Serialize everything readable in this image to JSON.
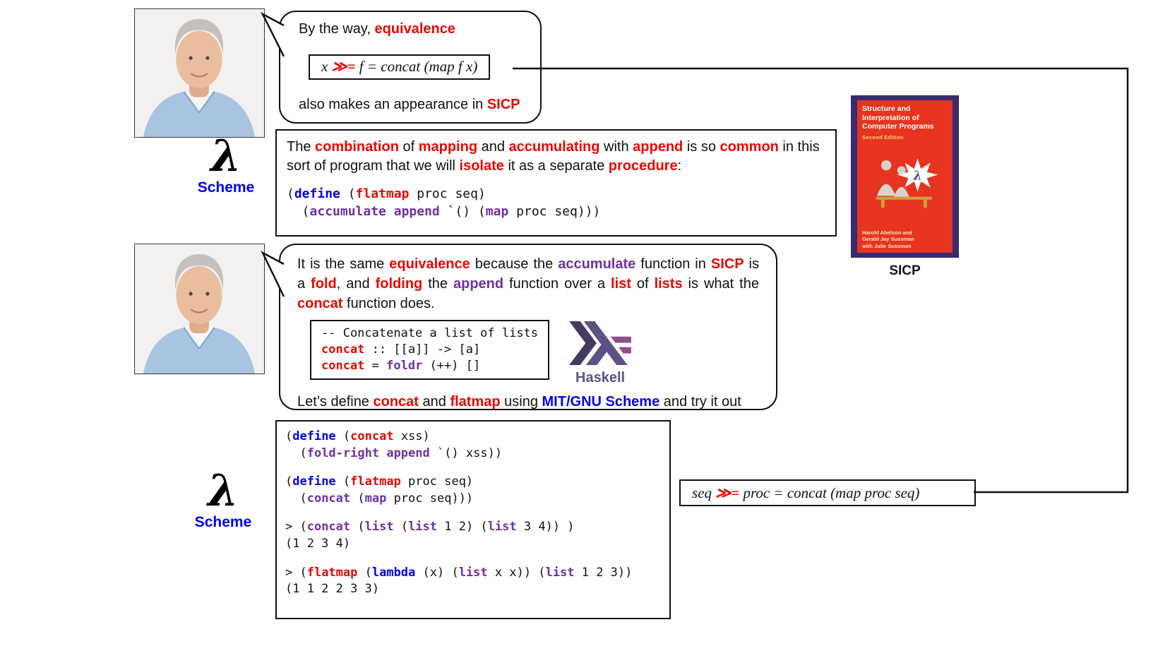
{
  "colors": {
    "emphasis_red": "#e80800",
    "emphasis_purple": "#7030a0",
    "emphasis_blue": "#0000ee",
    "haskell_purple": "#5e5086",
    "book_cover_purple": "#3a2a6e",
    "book_cover_red": "#e63420"
  },
  "scheme_logo": {
    "lambda": "λ",
    "label": "Scheme"
  },
  "bubble1": {
    "line1": [
      {
        "t": "By the way, "
      },
      {
        "t": "equivalence",
        "c": "red"
      }
    ],
    "formula": [
      {
        "t": "x "
      },
      {
        "t": "≫=",
        "c": "red"
      },
      {
        "t": " f = concat (map f x)"
      }
    ],
    "line2": [
      {
        "t": "also makes an appearance in "
      },
      {
        "t": "SICP",
        "c": "red"
      }
    ]
  },
  "sicp_quote": {
    "text": [
      {
        "t": "The "
      },
      {
        "t": "combination",
        "c": "red"
      },
      {
        "t": " of "
      },
      {
        "t": "mapping",
        "c": "red"
      },
      {
        "t": " and "
      },
      {
        "t": "accumulating",
        "c": "red"
      },
      {
        "t": " with "
      },
      {
        "t": "append",
        "c": "red"
      },
      {
        "t": " is so "
      },
      {
        "t": "common",
        "c": "red"
      },
      {
        "t": " in this sort of program that we will "
      },
      {
        "t": "isolate",
        "c": "red"
      },
      {
        "t": " it as a separate "
      },
      {
        "t": "procedure",
        "c": "red"
      },
      {
        "t": ":"
      }
    ],
    "code": [
      [
        {
          "t": "("
        },
        {
          "t": "define",
          "c": "blue"
        },
        {
          "t": " ("
        },
        {
          "t": "flatmap",
          "c": "red"
        },
        {
          "t": " proc seq)"
        }
      ],
      [
        {
          "t": "  ("
        },
        {
          "t": "accumulate",
          "c": "purple"
        },
        {
          "t": " "
        },
        {
          "t": "append",
          "c": "purple"
        },
        {
          "t": " `() ("
        },
        {
          "t": "map",
          "c": "purple"
        },
        {
          "t": " proc seq)))"
        }
      ]
    ]
  },
  "book": {
    "title": "Structure and Interpretation of Computer Programs",
    "edition": "Second Edition",
    "authors_1": "Harold Abelson and",
    "authors_2": "Gerald Jay Sussman",
    "authors_3": "with Julie Sussman",
    "label": "SICP"
  },
  "bubble2": {
    "text": [
      {
        "t": "It is the same "
      },
      {
        "t": "equivalence",
        "c": "red"
      },
      {
        "t": " because the "
      },
      {
        "t": "accumulate",
        "c": "purple"
      },
      {
        "t": " function in "
      },
      {
        "t": "SICP",
        "c": "red"
      },
      {
        "t": " is a "
      },
      {
        "t": "fold",
        "c": "red"
      },
      {
        "t": ", and "
      },
      {
        "t": "folding",
        "c": "red"
      },
      {
        "t": " the "
      },
      {
        "t": "append",
        "c": "purple"
      },
      {
        "t": " function over a "
      },
      {
        "t": "list",
        "c": "red"
      },
      {
        "t": " of "
      },
      {
        "t": "lists",
        "c": "red"
      },
      {
        "t": " is what the "
      },
      {
        "t": "concat",
        "c": "red"
      },
      {
        "t": " function does."
      }
    ],
    "haskell_code": [
      [
        {
          "t": "-- Concatenate a list of lists"
        }
      ],
      [
        {
          "t": "concat",
          "c": "red"
        },
        {
          "t": " :: [[a]] -> [a]"
        }
      ],
      [
        {
          "t": "concat",
          "c": "red"
        },
        {
          "t": " = "
        },
        {
          "t": "foldr",
          "c": "purple"
        },
        {
          "t": " (++) []"
        }
      ]
    ],
    "haskell_label": "Haskell",
    "closing": [
      {
        "t": "Let’s define "
      },
      {
        "t": "concat",
        "c": "red"
      },
      {
        "t": " and "
      },
      {
        "t": "flatmap",
        "c": "red"
      },
      {
        "t": " using "
      },
      {
        "t": "MIT/GNU Scheme",
        "c": "blue"
      },
      {
        "t": " and try it out"
      }
    ]
  },
  "session": {
    "lines": [
      [
        {
          "t": "("
        },
        {
          "t": "define",
          "c": "blue"
        },
        {
          "t": " ("
        },
        {
          "t": "concat",
          "c": "red"
        },
        {
          "t": " xss)"
        }
      ],
      [
        {
          "t": "  ("
        },
        {
          "t": "fold-right",
          "c": "purple"
        },
        {
          "t": " "
        },
        {
          "t": "append",
          "c": "purple"
        },
        {
          "t": " `() xss))"
        }
      ],
      [],
      [
        {
          "t": "("
        },
        {
          "t": "define",
          "c": "blue"
        },
        {
          "t": " ("
        },
        {
          "t": "flatmap",
          "c": "red"
        },
        {
          "t": " proc seq)"
        }
      ],
      [
        {
          "t": "  ("
        },
        {
          "t": "concat",
          "c": "purple"
        },
        {
          "t": " ("
        },
        {
          "t": "map",
          "c": "purple"
        },
        {
          "t": " proc seq)))"
        }
      ],
      [],
      [
        {
          "t": "> ("
        },
        {
          "t": "concat",
          "c": "purple"
        },
        {
          "t": " ("
        },
        {
          "t": "list",
          "c": "purple"
        },
        {
          "t": " ("
        },
        {
          "t": "list",
          "c": "purple"
        },
        {
          "t": " 1 2) ("
        },
        {
          "t": "list",
          "c": "purple"
        },
        {
          "t": " 3 4)) )"
        }
      ],
      [
        {
          "t": "(1 2 3 4)"
        }
      ],
      [],
      [
        {
          "t": "> ("
        },
        {
          "t": "flatmap",
          "c": "red"
        },
        {
          "t": " ("
        },
        {
          "t": "lambda",
          "c": "blue"
        },
        {
          "t": " (x) ("
        },
        {
          "t": "list",
          "c": "purple"
        },
        {
          "t": " x x)) ("
        },
        {
          "t": "list",
          "c": "purple"
        },
        {
          "t": " 1 2 3))"
        }
      ],
      [
        {
          "t": "(1 1 2 2 3 3)"
        }
      ]
    ]
  },
  "right_formula": [
    {
      "t": "seq "
    },
    {
      "t": "≫=",
      "c": "red"
    },
    {
      "t": " proc = concat (map proc seq)"
    }
  ]
}
